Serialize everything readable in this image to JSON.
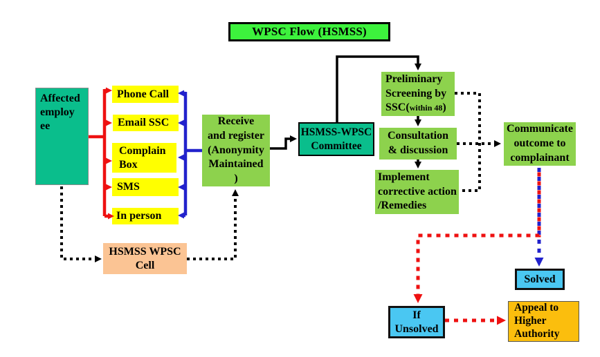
{
  "title": "WPSC Flow (HSMSS)",
  "nodes": {
    "affected_employee": "Affected\nemploy\nee",
    "phone_call": "Phone Call",
    "email_ssc": "Email SSC",
    "complain_box": "Complain\nBox",
    "sms": "SMS",
    "in_person": "In person",
    "receive_register": "Receive\nand register\n(Anonymity\nMaintained\n)",
    "committee": "HSMSS-WPSC\nCommittee",
    "preliminary": {
      "main": "Preliminary\nScreening by",
      "prefix": "SSC(",
      "small": "within 48",
      "suffix": ")"
    },
    "consultation": "Consultation\n& discussion",
    "implement": "Implement\ncorrective action\n/Remedies",
    "communicate": "Communicate\noutcome to\ncomplainant",
    "wpsc_cell": "HSMSS WPSC\nCell",
    "solved": "Solved",
    "if_unsolved": "If\nUnsolved",
    "appeal": "Appeal to\nHigher\nAuthority"
  },
  "colors": {
    "title_green": "#3DF23D",
    "teal": "#0ABE8C",
    "yellow": "#FFFF00",
    "light_green": "#8DD24D",
    "peach": "#FBC494",
    "cyan": "#4AC7F2",
    "orange": "#FBBE0D",
    "arrow_red": "#EE1111",
    "arrow_blue": "#2222CC",
    "arrow_black": "#000000"
  }
}
